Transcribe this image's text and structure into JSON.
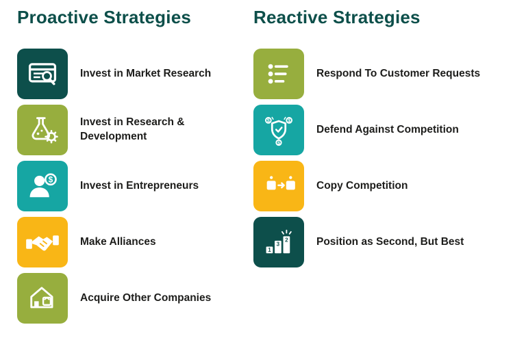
{
  "page": {
    "background": "#ffffff"
  },
  "palette": {
    "dark_teal": "#0d4f4b",
    "olive_green": "#97ae3e",
    "teal": "#16a6a3",
    "yellow": "#f9b616",
    "title_color": "#0d4f4a",
    "label_color": "#1d1d1b"
  },
  "columns": [
    {
      "title": "Proactive Strategies",
      "items": [
        {
          "label": "Invest in Market Research",
          "icon": "market-research-icon",
          "tile_color": "#0d4f4b"
        },
        {
          "label": "Invest in Research & Development",
          "icon": "research-development-icon",
          "tile_color": "#97ae3e"
        },
        {
          "label": "Invest in Entrepreneurs",
          "icon": "entrepreneur-icon",
          "tile_color": "#16a6a3"
        },
        {
          "label": "Make Alliances",
          "icon": "handshake-icon",
          "tile_color": "#f9b616"
        },
        {
          "label": "Acquire Other Companies",
          "icon": "acquire-companies-icon",
          "tile_color": "#97ae3e"
        }
      ]
    },
    {
      "title": "Reactive Strategies",
      "items": [
        {
          "label": "Respond To Customer Requests",
          "icon": "bullet-list-icon",
          "tile_color": "#97ae3e"
        },
        {
          "label": "Defend Against Competition",
          "icon": "shield-coins-icon",
          "tile_color": "#16a6a3"
        },
        {
          "label": "Copy Competition",
          "icon": "copy-boxes-icon",
          "tile_color": "#f9b616"
        },
        {
          "label": "Position as Second, But Best",
          "icon": "podium-icon",
          "tile_color": "#0d4f4b"
        }
      ]
    }
  ]
}
